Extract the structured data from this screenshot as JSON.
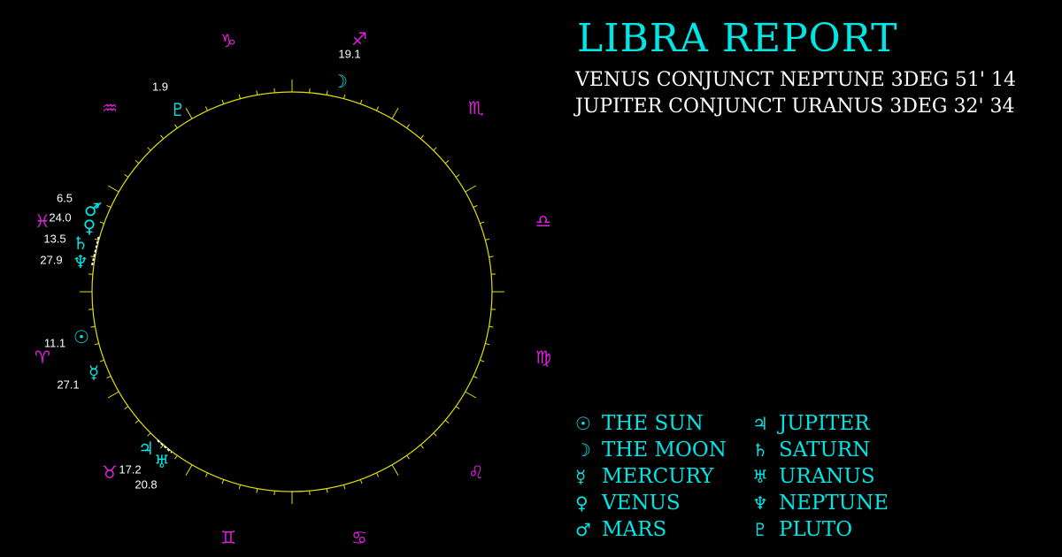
{
  "title": "LIBRA REPORT",
  "aspects": [
    "VENUS CONJUNCT NEPTUNE 3DEG 51' 14",
    "JUPITER CONJUNCT URANUS 3DEG 32' 34"
  ],
  "colors": {
    "background": "#000000",
    "planet": "#00e5e5",
    "sign": "#e020e0",
    "wheel": "#e0e000",
    "text": "#ffffff"
  },
  "zodiac_signs": [
    {
      "name": "capricorn",
      "glyph": "♑"
    },
    {
      "name": "sagittarius",
      "glyph": "♐"
    },
    {
      "name": "scorpio",
      "glyph": "♏"
    },
    {
      "name": "libra",
      "glyph": "♎"
    },
    {
      "name": "virgo",
      "glyph": "♍"
    },
    {
      "name": "leo",
      "glyph": "♌"
    },
    {
      "name": "cancer",
      "glyph": "♋"
    },
    {
      "name": "gemini",
      "glyph": "♊"
    },
    {
      "name": "taurus",
      "glyph": "♉"
    },
    {
      "name": "aries",
      "glyph": "♈"
    },
    {
      "name": "pisces",
      "glyph": "♓"
    },
    {
      "name": "aquarius",
      "glyph": "♒"
    }
  ],
  "planets": [
    {
      "name": "moon",
      "glyph": "☽",
      "degree": ""
    },
    {
      "name": "pluto",
      "glyph": "♇",
      "degree": "1.9"
    },
    {
      "name": "mars",
      "glyph": "♂",
      "degree": "6.5"
    },
    {
      "name": "venus",
      "glyph": "♀",
      "degree": "24.0"
    },
    {
      "name": "saturn",
      "glyph": "♄",
      "degree": "13.5"
    },
    {
      "name": "neptune",
      "glyph": "♆",
      "degree": "27.9"
    },
    {
      "name": "sun",
      "glyph": "☉",
      "degree": "11.1"
    },
    {
      "name": "mercury",
      "glyph": "☿",
      "degree": "27.1"
    },
    {
      "name": "jupiter",
      "glyph": "♃",
      "degree": "17.2"
    },
    {
      "name": "uranus",
      "glyph": "♅",
      "degree": "20.8"
    }
  ],
  "extra_labels": [
    {
      "name": "sagittarius-degree",
      "text": "19.1"
    }
  ],
  "legend": [
    {
      "glyph": "☉",
      "label": "THE SUN"
    },
    {
      "glyph": "☽",
      "label": "THE MOON"
    },
    {
      "glyph": "☿",
      "label": "MERCURY"
    },
    {
      "glyph": "♀",
      "label": "VENUS"
    },
    {
      "glyph": "♂",
      "label": "MARS"
    },
    {
      "glyph": "♃",
      "label": "JUPITER"
    },
    {
      "glyph": "♄",
      "label": "SATURN"
    },
    {
      "glyph": "♅",
      "label": "URANUS"
    },
    {
      "glyph": "♆",
      "label": "NEPTUNE"
    },
    {
      "glyph": "♇",
      "label": "PLUTO"
    }
  ]
}
